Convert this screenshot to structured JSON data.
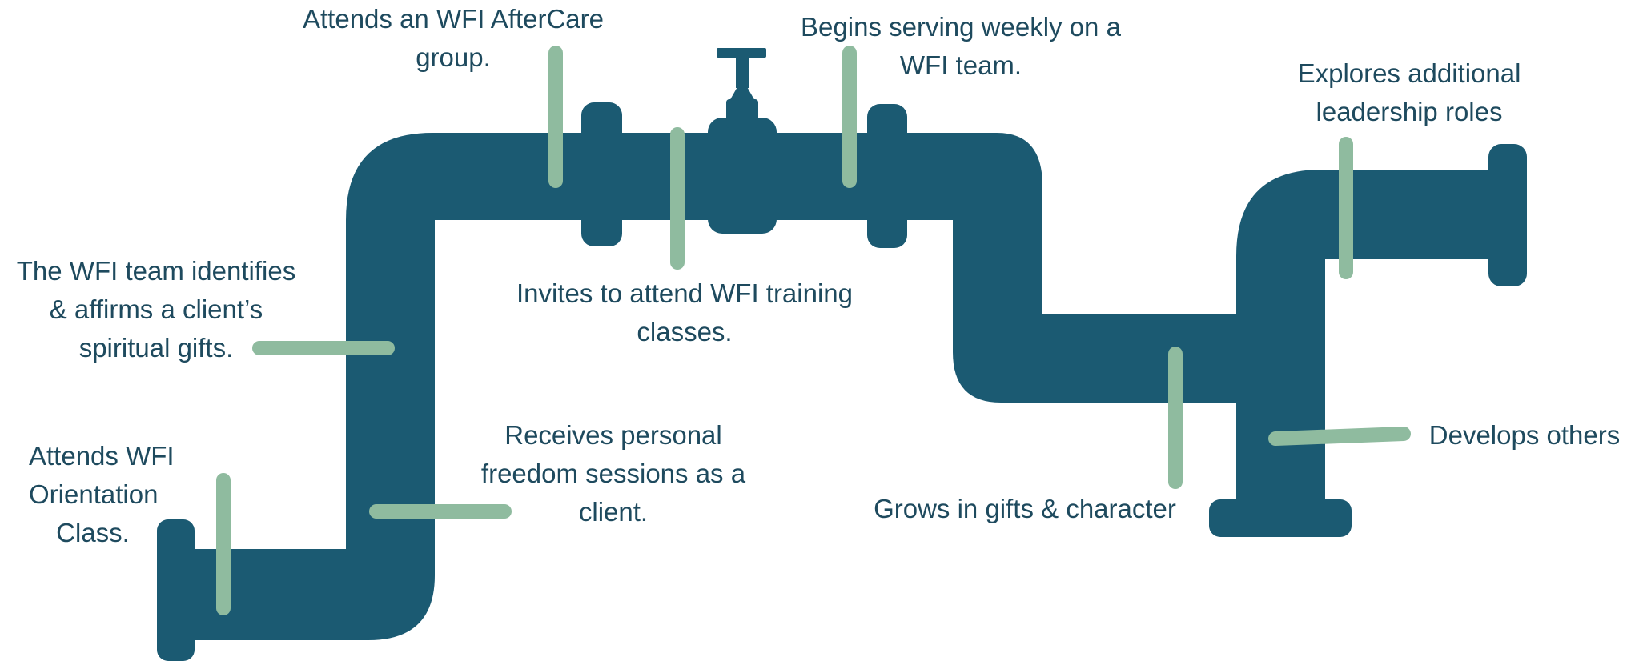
{
  "colors": {
    "pipe": "#1b5a72",
    "marker": "#8fbb9f",
    "text": "#1e4a5e",
    "background": "#ffffff"
  },
  "valve_icon": "valve-icon",
  "steps": [
    {
      "lines": [
        "Attends WFI",
        "Orientation",
        "Class."
      ]
    },
    {
      "lines": [
        "The WFI team identifies",
        "& affirms a client’s",
        "spiritual gifts."
      ]
    },
    {
      "lines": [
        "Attends an WFI AfterCare",
        "group."
      ]
    },
    {
      "lines": [
        "Invites to attend WFI training",
        "classes."
      ]
    },
    {
      "lines": [
        "Begins serving weekly on a",
        "WFI team."
      ]
    },
    {
      "lines": [
        "Receives personal",
        "freedom sessions as a",
        "client."
      ]
    },
    {
      "lines": [
        "Grows in gifts & character"
      ]
    },
    {
      "lines": [
        "Explores additional",
        "leadership roles"
      ]
    },
    {
      "lines": [
        "Develops others"
      ]
    }
  ]
}
